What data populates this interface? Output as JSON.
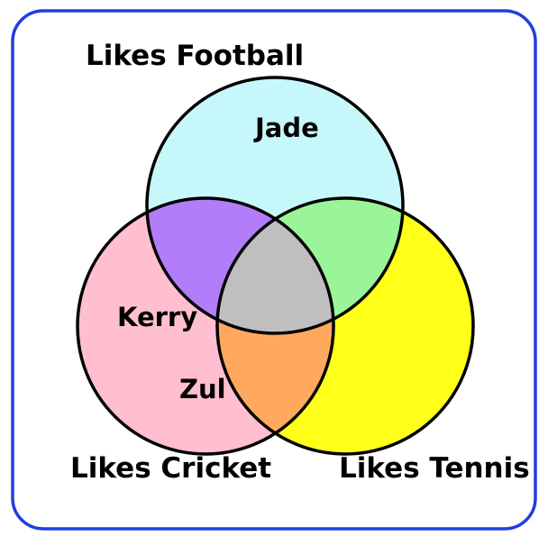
{
  "sets": [
    {
      "id": "football",
      "label": "Likes Football",
      "color": "#c6f8fb"
    },
    {
      "id": "cricket",
      "label": "Likes Cricket",
      "color": "#ffbfd0"
    },
    {
      "id": "tennis",
      "label": "Likes Tennis",
      "color": "#ffff1a"
    }
  ],
  "regions": {
    "football_cricket": "#b37cf8",
    "football_tennis": "#99f597",
    "cricket_tennis": "#ffa95e",
    "all_three": "#bfbfbf"
  },
  "members": {
    "football_only": [
      "Jade"
    ],
    "cricket_only": [
      "Kerry",
      "Zul"
    ]
  },
  "border_color": "#1f3fe0"
}
